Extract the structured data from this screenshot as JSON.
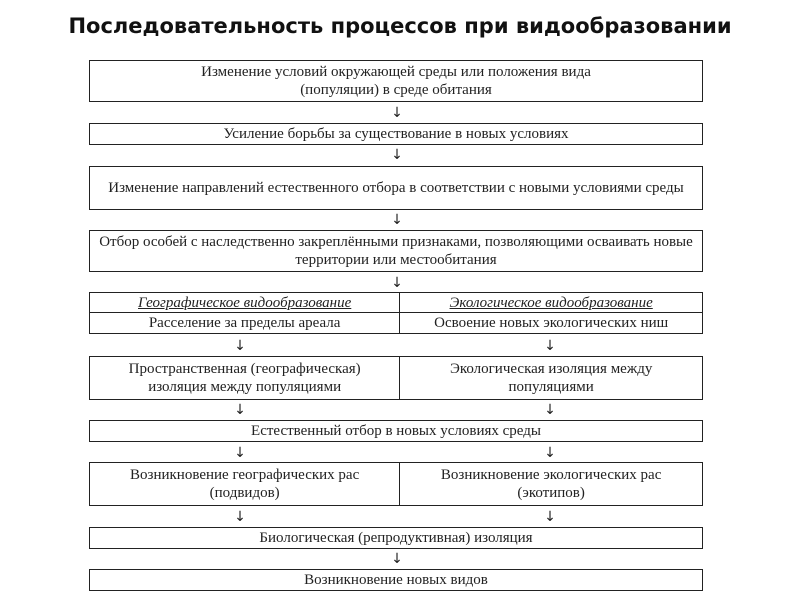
{
  "title": "Последовательность процессов при видообразовании",
  "steps": {
    "s1": "Изменение условий окружающей среды или положения вида (популяции) в среде обитания",
    "s2": "Усиление борьбы за существование в новых условиях",
    "s3": "Изменение направлений естественного отбора в соответствии с новыми условиями среды",
    "s4": "Отбор особей с наследственно закреплёнными признаками, позволяющими осваивать новые территории или местообитания",
    "geo_header": "Географическое видообразование",
    "eco_header": "Экологическое видообразование",
    "geo_1": "Расселение за пределы ареала",
    "eco_1": "Освоение новых экологических ниш",
    "geo_2": "Пространственная (географическая) изоляция между популяциями",
    "eco_2": "Экологическая изоляция между популяциями",
    "s5": "Естественный отбор в новых условиях среды",
    "geo_3": "Возникновение географических рас (подвидов)",
    "eco_3": "Возникновение экологических рас (экотипов)",
    "s6": "Биологическая (репродуктивная) изоляция",
    "s7": "Возникновение новых видов"
  },
  "arrow_glyph": "↓"
}
